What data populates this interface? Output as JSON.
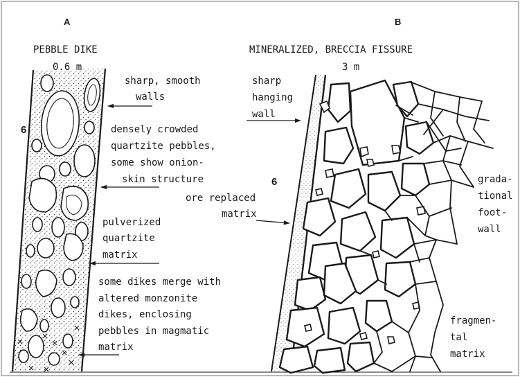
{
  "panel_a": {
    "letter": "A",
    "title": "PEBBLE DIKE",
    "width": "0.6 m",
    "unit_number": "6",
    "labels": {
      "walls": [
        "sharp, smooth",
        "walls"
      ],
      "pebbles": [
        "densely crowded",
        "quartzite pebbles,",
        "some show onion-",
        "skin structure"
      ],
      "matrix": [
        "pulverized",
        "quartzite",
        "matrix"
      ],
      "merge": [
        "some dikes merge with",
        "altered monzonite",
        "dikes, enclosing",
        "pebbles in magmatic",
        "matrix"
      ]
    }
  },
  "panel_b": {
    "letter": "B",
    "title": "MINERALIZED, BRECCIA FISSURE",
    "width": "3 m",
    "unit_number": "6",
    "labels": {
      "hanging_wall": [
        "sharp",
        "hanging",
        "wall"
      ],
      "ore_matrix": [
        "ore replaced",
        "matrix"
      ],
      "footwall": [
        "grada-",
        "tional",
        "foot-",
        "wall"
      ],
      "fragmental": [
        "fragmen-",
        "tal",
        "matrix"
      ]
    }
  },
  "colors": {
    "ink": "#1a1a1a",
    "paper": "#ffffff",
    "frame": "#8a8a8a"
  }
}
